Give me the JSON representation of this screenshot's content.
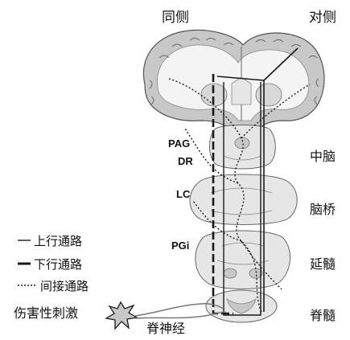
{
  "header": {
    "ipsilateral": "同侧",
    "contralateral": "对侧"
  },
  "regions": {
    "midbrain": "中脑",
    "pons": "脑桥",
    "medulla": "延髓",
    "spinal_cord": "脊髓"
  },
  "structures": {
    "pag": "PAG",
    "dr": "DR",
    "lc": "LC",
    "pgi": "PGi"
  },
  "legend": {
    "ascending": "上行通路",
    "descending": "下行通路",
    "indirect": "间接通路"
  },
  "stimulus": {
    "noxious": "伤害性刺激",
    "spinal_nerve": "脊神经"
  },
  "colors": {
    "tissue_gray": "#c8c8c8",
    "tissue_light": "#e6e6e6",
    "white_matter": "#f4f4f4",
    "pathway": "#1a1a1a"
  }
}
